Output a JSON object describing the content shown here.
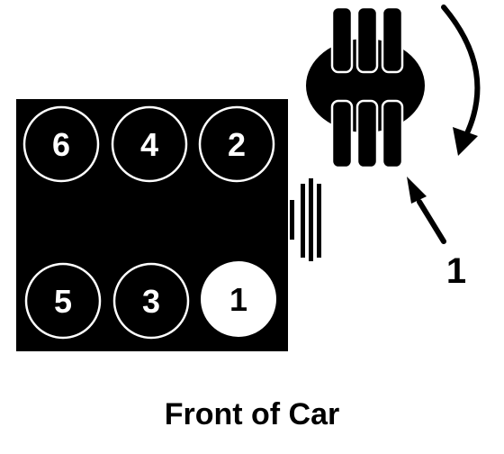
{
  "caption": "Front of Car",
  "callout_label": "1",
  "cylinders": [
    {
      "number": "6",
      "highlighted": false
    },
    {
      "number": "4",
      "highlighted": false
    },
    {
      "number": "2",
      "highlighted": false
    },
    {
      "number": "5",
      "highlighted": false
    },
    {
      "number": "3",
      "highlighted": false
    },
    {
      "number": "1",
      "highlighted": true
    }
  ],
  "colors": {
    "ink": "#000000",
    "paper": "#ffffff"
  },
  "icons": {
    "rotation_arrow": "clockwise-rotation-arrow-icon",
    "pointer_arrow": "pointer-arrow-icon"
  }
}
